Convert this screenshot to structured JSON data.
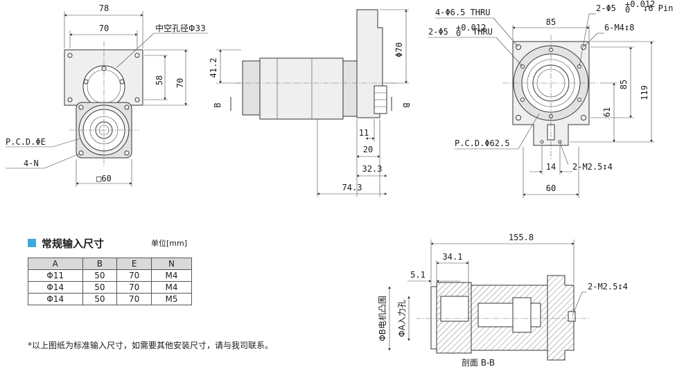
{
  "front_view": {
    "dim_top": "78",
    "dim_inner": "70",
    "hole_label": "中空孔径Φ33",
    "dim_right_outer": "70",
    "dim_right_inner": "58",
    "pcd_label": "P.C.D.ΦE",
    "holes_label": "4-N",
    "square_label": "□60"
  },
  "side_view": {
    "dim_height": "41.2",
    "dim_flange": "Φ70",
    "section_mark_left": "B",
    "section_mark_right": "B",
    "dim_11": "11",
    "dim_20": "20",
    "dim_32": "32.3",
    "dim_74": "74.3"
  },
  "right_view": {
    "thru_holes": "4-Φ6.5 THRU",
    "pin_holes_a": "2-Φ5",
    "pin_tol_a": "+0.012",
    "pin_tol_a_low": "0",
    "pin_depth": "↧6 Pin",
    "pin_holes_b": "2-Φ5",
    "pin_tol_b": "+0.012",
    "pin_tol_b_low": "0",
    "pin_thru": "THRU",
    "tapped": "6-M4↧8",
    "dim_top": "85",
    "dim_right_85": "85",
    "dim_119": "119",
    "dim_61": "61",
    "pcd": "P.C.D.Φ62.5",
    "dim_14": "14",
    "m25": "2-M2.5↧4",
    "dim_60": "60"
  },
  "section_view": {
    "dim_155": "155.8",
    "dim_34": "34.1",
    "dim_5": "5.1",
    "m25": "2-M2.5↧4",
    "motor_boss": "ΦB电机凸围",
    "input_hole": "ΦA入力孔",
    "caption": "剖面 B-B"
  },
  "spec_table": {
    "title": "常规输入尺寸",
    "unit": "单位[mm]",
    "headers": [
      "A",
      "B",
      "E",
      "N"
    ],
    "rows": [
      [
        "Φ11",
        "50",
        "70",
        "M4"
      ],
      [
        "Φ14",
        "50",
        "70",
        "M4"
      ],
      [
        "Φ14",
        "50",
        "70",
        "M5"
      ]
    ]
  },
  "note": "*以上图纸为标准输入尺寸，如需要其他安装尺寸，请与我司联系。",
  "colors": {
    "accent": "#3fa8e0",
    "line": "#333333",
    "table_header": "#d9d9d9"
  }
}
